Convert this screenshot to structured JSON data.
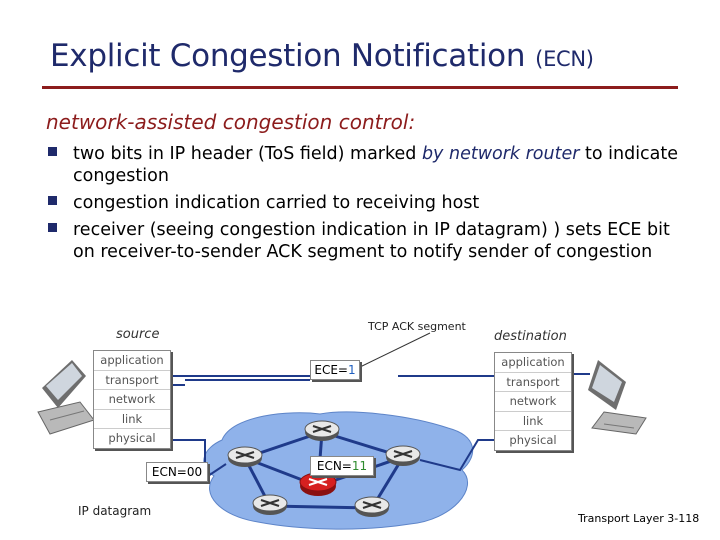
{
  "title": {
    "main": "Explicit Congestion Notification",
    "suffix": "(ECN)"
  },
  "subtitle": "network-assisted congestion control:",
  "bullets": [
    {
      "pre": "two bits in IP header (ToS field) marked ",
      "em": "by network router",
      "post": " to indicate congestion"
    },
    {
      "pre": "congestion indication carried to receiving host",
      "em": "",
      "post": ""
    },
    {
      "pre": "receiver (seeing congestion indication in IP datagram) ) sets ECE bit on receiver-to-sender ACK segment to notify sender of congestion",
      "em": "",
      "post": ""
    }
  ],
  "diagram": {
    "source_label": "source",
    "destination_label": "destination",
    "tcp_ack_label": "TCP ACK segment",
    "ip_datagram_label": "IP datagram",
    "source_stack": [
      "application",
      "transport",
      "network",
      "link",
      "physical"
    ],
    "destination_stack": [
      "application",
      "transport",
      "network",
      "link",
      "physical"
    ],
    "ece_field": {
      "name": "ECE=",
      "value": "1"
    },
    "ecn_source": "ECN=00",
    "ecn_router": {
      "name": "ECN=",
      "value": "11"
    },
    "colors": {
      "ece_value": "#1f5fbf",
      "ecn_router_value": "#2e8b2e",
      "network_cloud": "#8fb2ea",
      "link": "#1f3a8a",
      "congested_router": "#d62020"
    }
  },
  "footer": {
    "label": "Transport Layer",
    "page": "3-118"
  }
}
